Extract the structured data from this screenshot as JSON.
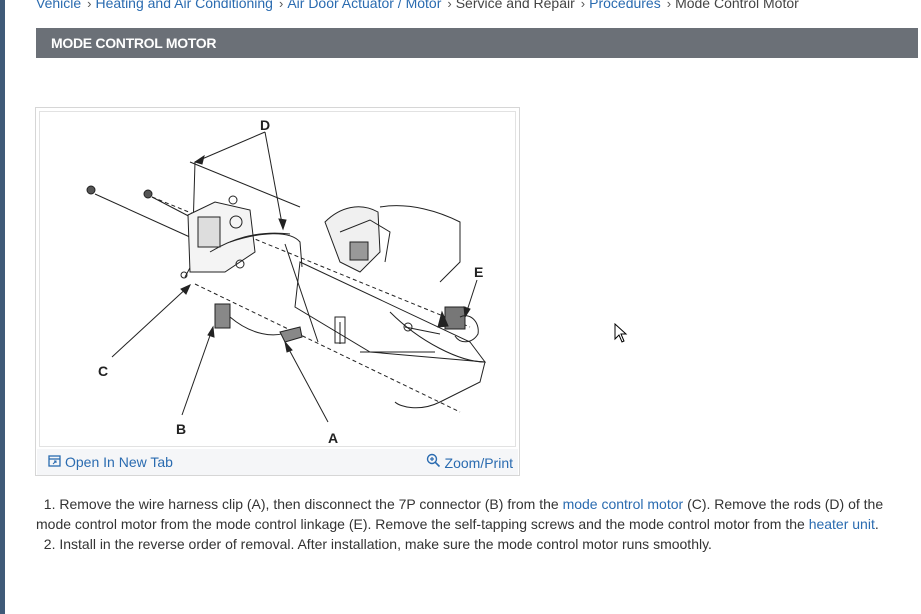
{
  "breadcrumb": {
    "items": [
      "Vehicle",
      "Heating and Air Conditioning",
      "Air Door Actuator / Motor",
      "Service and Repair",
      "Procedures"
    ],
    "current": "Mode Control Motor"
  },
  "header": {
    "title": "MODE CONTROL MOTOR"
  },
  "figure": {
    "callouts": {
      "a": "A",
      "b": "B",
      "c": "C",
      "d": "D",
      "e": "E"
    },
    "open_tab_label": "Open In New Tab",
    "zoom_label": "Zoom/Print",
    "icons": [
      "open-new-tab-icon",
      "zoom-icon"
    ]
  },
  "steps": {
    "s1_number": "1.",
    "s1_part1": "Remove the wire harness clip (A), then disconnect the 7P connector (B) from the",
    "s1_link1": "mode control motor",
    "s1_part2": "(C). Remove the rods (D) of the mode control motor from the mode control linkage (E). Remove the self-tapping screws and the mode control motor from the",
    "s1_link2": "heater unit",
    "s1_part3": ".",
    "s2_number": "2.",
    "s2_text": "Install in the reverse order of removal. After installation, make sure the mode control motor runs smoothly."
  },
  "colors": {
    "link": "#2a6bb0",
    "header_bg": "#6b7077",
    "rail": "#3f5a78"
  }
}
